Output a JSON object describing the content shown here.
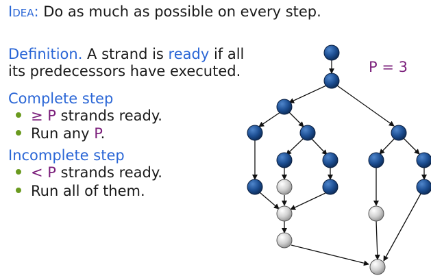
{
  "idea": {
    "label": "Idea:",
    "text": " Do as much as possible on every step."
  },
  "definition": {
    "label": "Definition.",
    "line1_pre": " A strand is ",
    "ready_word": "ready",
    "line1_post": " if all",
    "line2": "its predecessors have executed."
  },
  "complete": {
    "heading": "Complete step",
    "b1_sym": "≥",
    "b1_P": "P",
    "b1_rest": " strands ready.",
    "b2_pre": "Run any ",
    "b2_P": "P",
    "b2_post": "."
  },
  "incomplete": {
    "heading": "Incomplete step",
    "b1_sym": "<",
    "b1_P": "P",
    "b1_rest": " strands ready.",
    "b2": "Run all of them."
  },
  "p_label": "P = 3",
  "colors": {
    "executed": "#1d4f93",
    "waiting": "#d0d0d0",
    "accent": "#2a66d6",
    "highlight": "#7a1e7a",
    "bullet": "#6a9a1f"
  }
}
